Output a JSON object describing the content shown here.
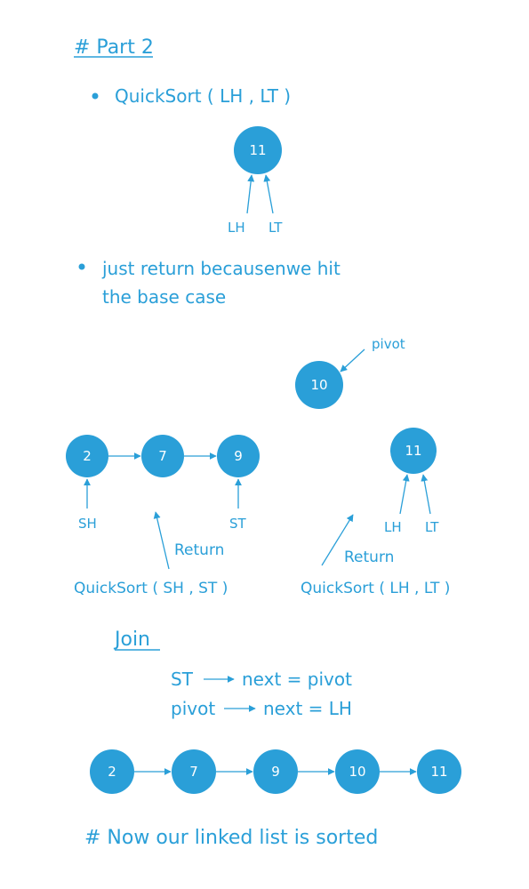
{
  "colors": {
    "accent": "#2a9fd8",
    "node_text": "#ffffff",
    "background": "#ffffff"
  },
  "heading": "# Part 2",
  "step1": "QuickSort ( LH , LT )",
  "step1_node": "11",
  "step1_pointers": [
    "LH",
    "LT"
  ],
  "step2_line1": "just return becausenwe hit",
  "step2_line2": "the base case",
  "pivot_label": "pivot",
  "pivot_node": "10",
  "left_list": {
    "nodes": [
      "2",
      "7",
      "9"
    ],
    "head_label": "SH",
    "tail_label": "ST",
    "return_label": "Return",
    "call": "QuickSort ( SH , ST )"
  },
  "right_list": {
    "node": "11",
    "pointers": [
      "LH",
      "LT"
    ],
    "return_label": "Return",
    "call": "QuickSort ( LH , LT )"
  },
  "join": {
    "title": "Join",
    "line1": {
      "left": "ST",
      "right": "next = pivot"
    },
    "line2": {
      "left": "pivot",
      "right": "next = LH"
    }
  },
  "final_list": [
    "2",
    "7",
    "9",
    "10",
    "11"
  ],
  "conclusion": "# Now our linked list is sorted"
}
